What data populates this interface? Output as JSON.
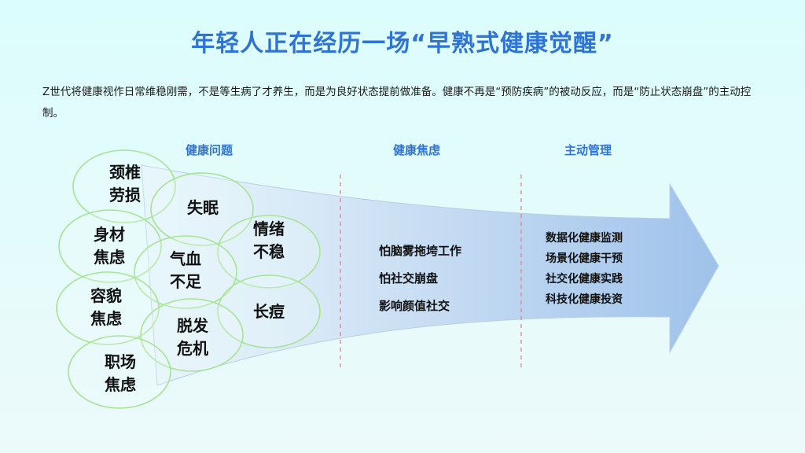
{
  "title": "年轻人正在经历一场“早熟式健康觉醒”",
  "intro": "Z世代将健康视作日常维稳刚需，不是等生病了才养生，而是为良好状态提前做准备。健康不再是“预防疾病”的被动反应，而是“防止状态崩盘”的主动控制。",
  "columns": {
    "problems": "健康问题",
    "anxiety": "健康焦虑",
    "management": "主动管理"
  },
  "bubbles": [
    {
      "label_1": "颈椎",
      "label_2": "劳损"
    },
    {
      "label_1": "失眠",
      "label_2": ""
    },
    {
      "label_1": "情绪",
      "label_2": "不稳"
    },
    {
      "label_1": "身材",
      "label_2": "焦虑"
    },
    {
      "label_1": "气血",
      "label_2": "不足"
    },
    {
      "label_1": "长痘",
      "label_2": ""
    },
    {
      "label_1": "容貌",
      "label_2": "焦虑"
    },
    {
      "label_1": "脱发",
      "label_2": "危机"
    },
    {
      "label_1": "职场",
      "label_2": "焦虑"
    }
  ],
  "anxiety_items": [
    "怕脑雾拖垮工作",
    "怕社交崩盘",
    "影响颜值社交"
  ],
  "management_items": [
    "数据化健康监测",
    "场景化健康干预",
    "社交化健康实践",
    "科技化健康投资"
  ],
  "colors": {
    "accent": "#2f74d4",
    "bubble_stroke": "#9ee08a",
    "arrow": "#a6c6ec",
    "divider": "#e07a8a"
  }
}
